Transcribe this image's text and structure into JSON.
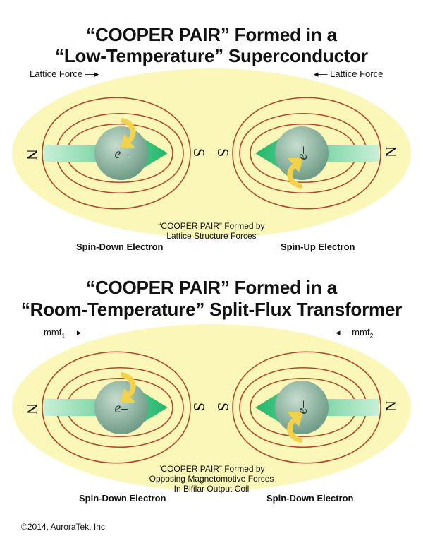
{
  "top": {
    "title_line1": "“COOPER PAIR” Formed in a",
    "title_line2": "“Low-Temperature” Superconductor",
    "left_force": "Lattice Force",
    "right_force": "Lattice Force",
    "caption_line1": "“COOPER PAIR” Formed by",
    "caption_line2": "Lattice Structure Forces",
    "left_electron": "Spin-Down Electron",
    "right_electron": "Spin-Up Electron"
  },
  "bottom": {
    "title_line1": "“COOPER PAIR” Formed in a",
    "title_line2": "“Room-Temperature” Split-Flux Transformer",
    "left_mmf": "mmf",
    "left_mmf_sub": "1",
    "right_mmf": "mmf",
    "right_mmf_sub": "2",
    "caption_line1": "“COOPER PAIR” Formed by",
    "caption_line2": "Opposing Magnetomotive Forces",
    "caption_line3": "In Bifilar Output Coil",
    "left_electron": "Spin-Down Electron",
    "right_electron": "Spin-Down Electron"
  },
  "poles": {
    "north": "N",
    "south": "S"
  },
  "electron_symbol": "e–",
  "copyright": "©2014, AuroraTek, Inc.",
  "colors": {
    "ellipse_fill": "#fbf7b8",
    "field_lines": "#b04a2a",
    "arrow_green": "#2fc27a",
    "sphere": "#8fb9a4",
    "spin_arrow": "#f2d24a"
  }
}
